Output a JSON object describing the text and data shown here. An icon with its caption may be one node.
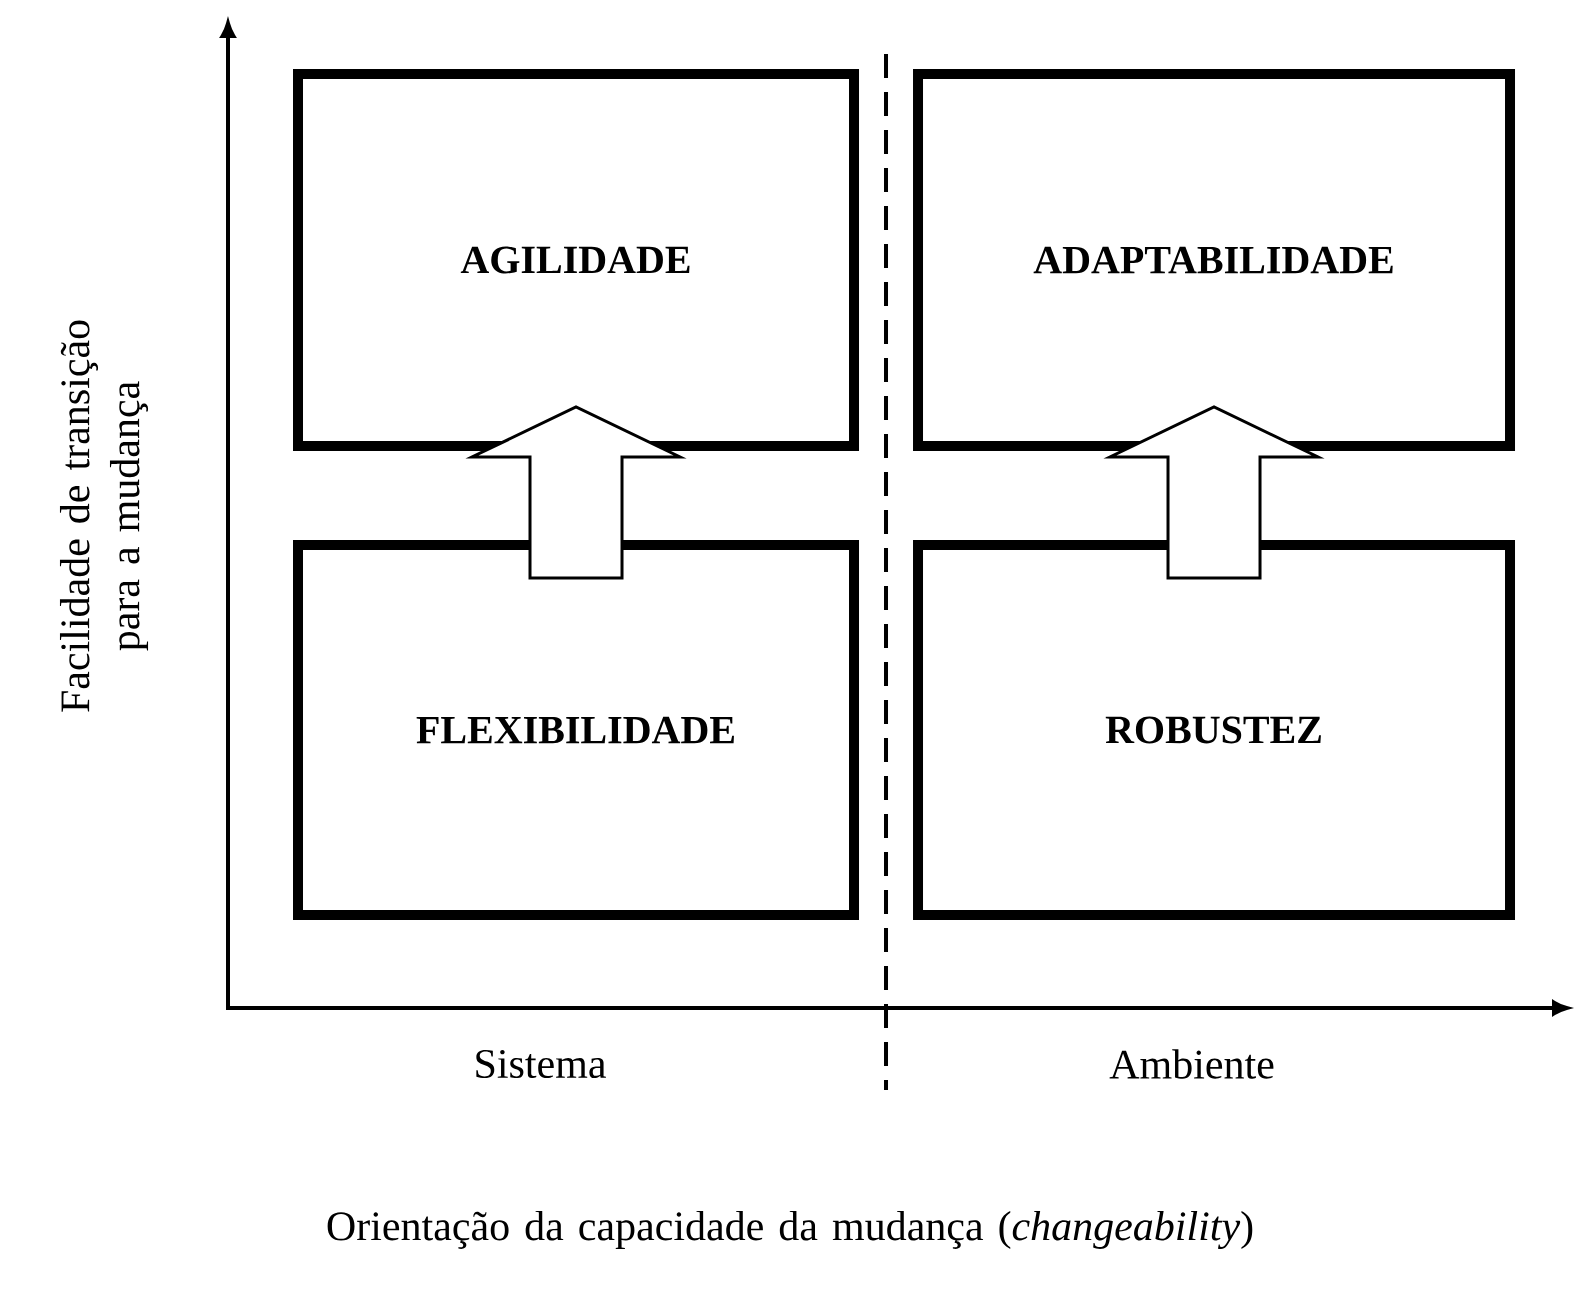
{
  "diagram": {
    "nodes": [
      {
        "text": [
          "AGILIDADE"
        ]
      },
      {
        "text": [
          "ADAPTABILIDADE"
        ]
      },
      {
        "text": [
          "FLEXIBILIDADE"
        ]
      },
      {
        "text": [
          "ROBUSTEZ"
        ]
      }
    ],
    "edges": [
      {
        "from": 2,
        "to": 0,
        "arrow": "to"
      },
      {
        "from": 3,
        "to": 1,
        "arrow": "to"
      }
    ],
    "labels": [
      "Facilidade de transição para a mudança",
      "Sistema",
      "Ambiente",
      "Orientação da capacidade da mudança (*changeability*)"
    ]
  }
}
